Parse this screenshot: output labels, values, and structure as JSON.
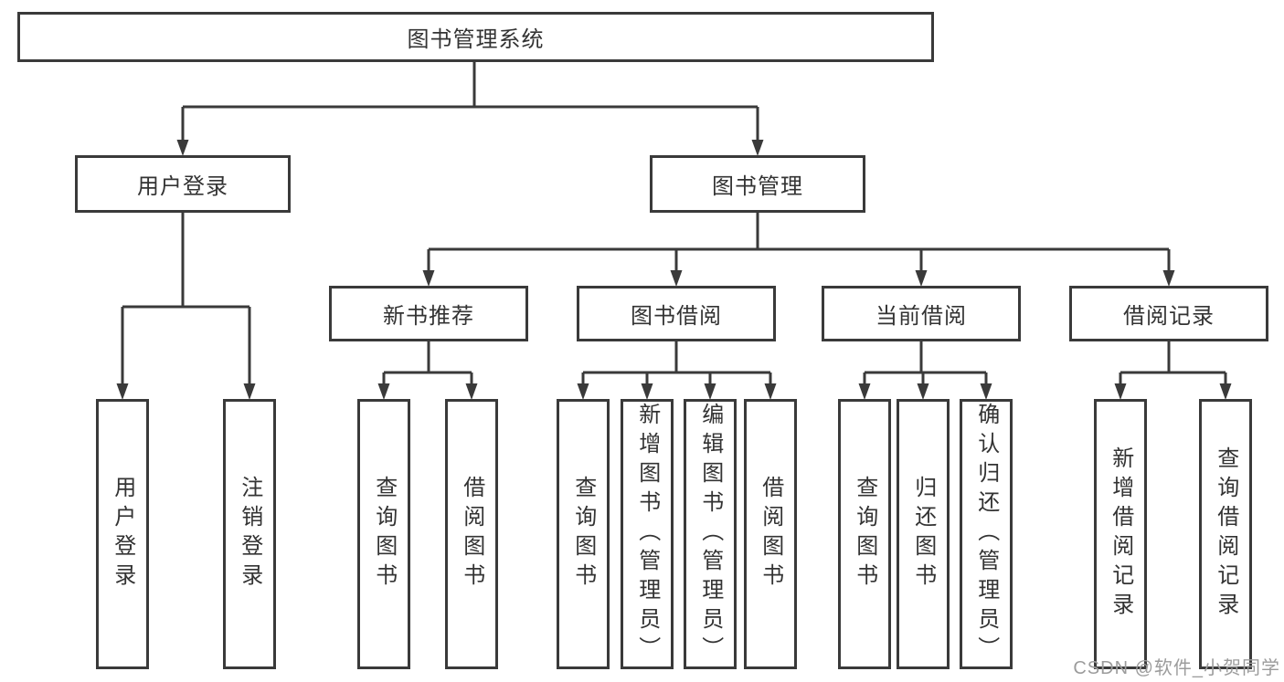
{
  "tree": {
    "label": "图书管理系统",
    "children": [
      {
        "label": "用户登录",
        "children": [
          {
            "label": "用户登录"
          },
          {
            "label": "注销登录"
          }
        ]
      },
      {
        "label": "图书管理",
        "children": [
          {
            "label": "新书推荐",
            "children": [
              {
                "label": "查询图书"
              },
              {
                "label": "借阅图书"
              }
            ]
          },
          {
            "label": "图书借阅",
            "children": [
              {
                "label": "查询图书"
              },
              {
                "label": "新增图书（管理员）"
              },
              {
                "label": "编辑图书（管理员）"
              },
              {
                "label": "借阅图书"
              }
            ]
          },
          {
            "label": "当前借阅",
            "children": [
              {
                "label": "查询图书"
              },
              {
                "label": "归还图书"
              },
              {
                "label": "确认归还（管理员）"
              }
            ]
          },
          {
            "label": "借阅记录",
            "children": [
              {
                "label": "新增借阅记录"
              },
              {
                "label": "查询借阅记录"
              }
            ]
          }
        ]
      }
    ]
  },
  "watermark": "CSDN @软件_小贺同学",
  "colors": {
    "line": "#3a3a3a",
    "text": "#333333",
    "background": "#ffffff",
    "watermark": "#9c9c9c"
  }
}
